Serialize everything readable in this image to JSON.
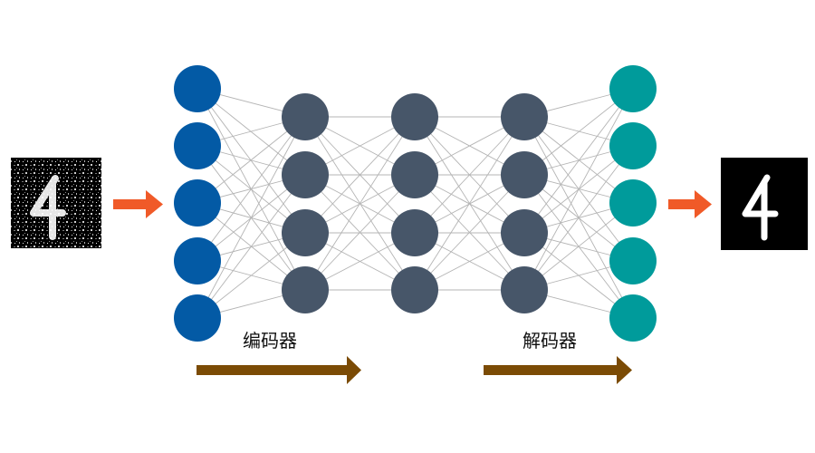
{
  "labels": {
    "encoder": "编码器",
    "decoder": "解码器"
  },
  "network": {
    "layer_sizes": [
      5,
      4,
      4,
      4,
      5
    ],
    "layer_colors": [
      "#035aa5",
      "#475669",
      "#475669",
      "#475669",
      "#009b9b"
    ]
  },
  "colors": {
    "edge": "#b4b4b4",
    "input_arrow": "#f05a28",
    "process_arrow": "#7b4b05",
    "image_background": "#000000",
    "digit": "#ffffff"
  },
  "images": {
    "input": {
      "digit": "4",
      "style": "noisy"
    },
    "output": {
      "digit": "4",
      "style": "clean"
    }
  }
}
